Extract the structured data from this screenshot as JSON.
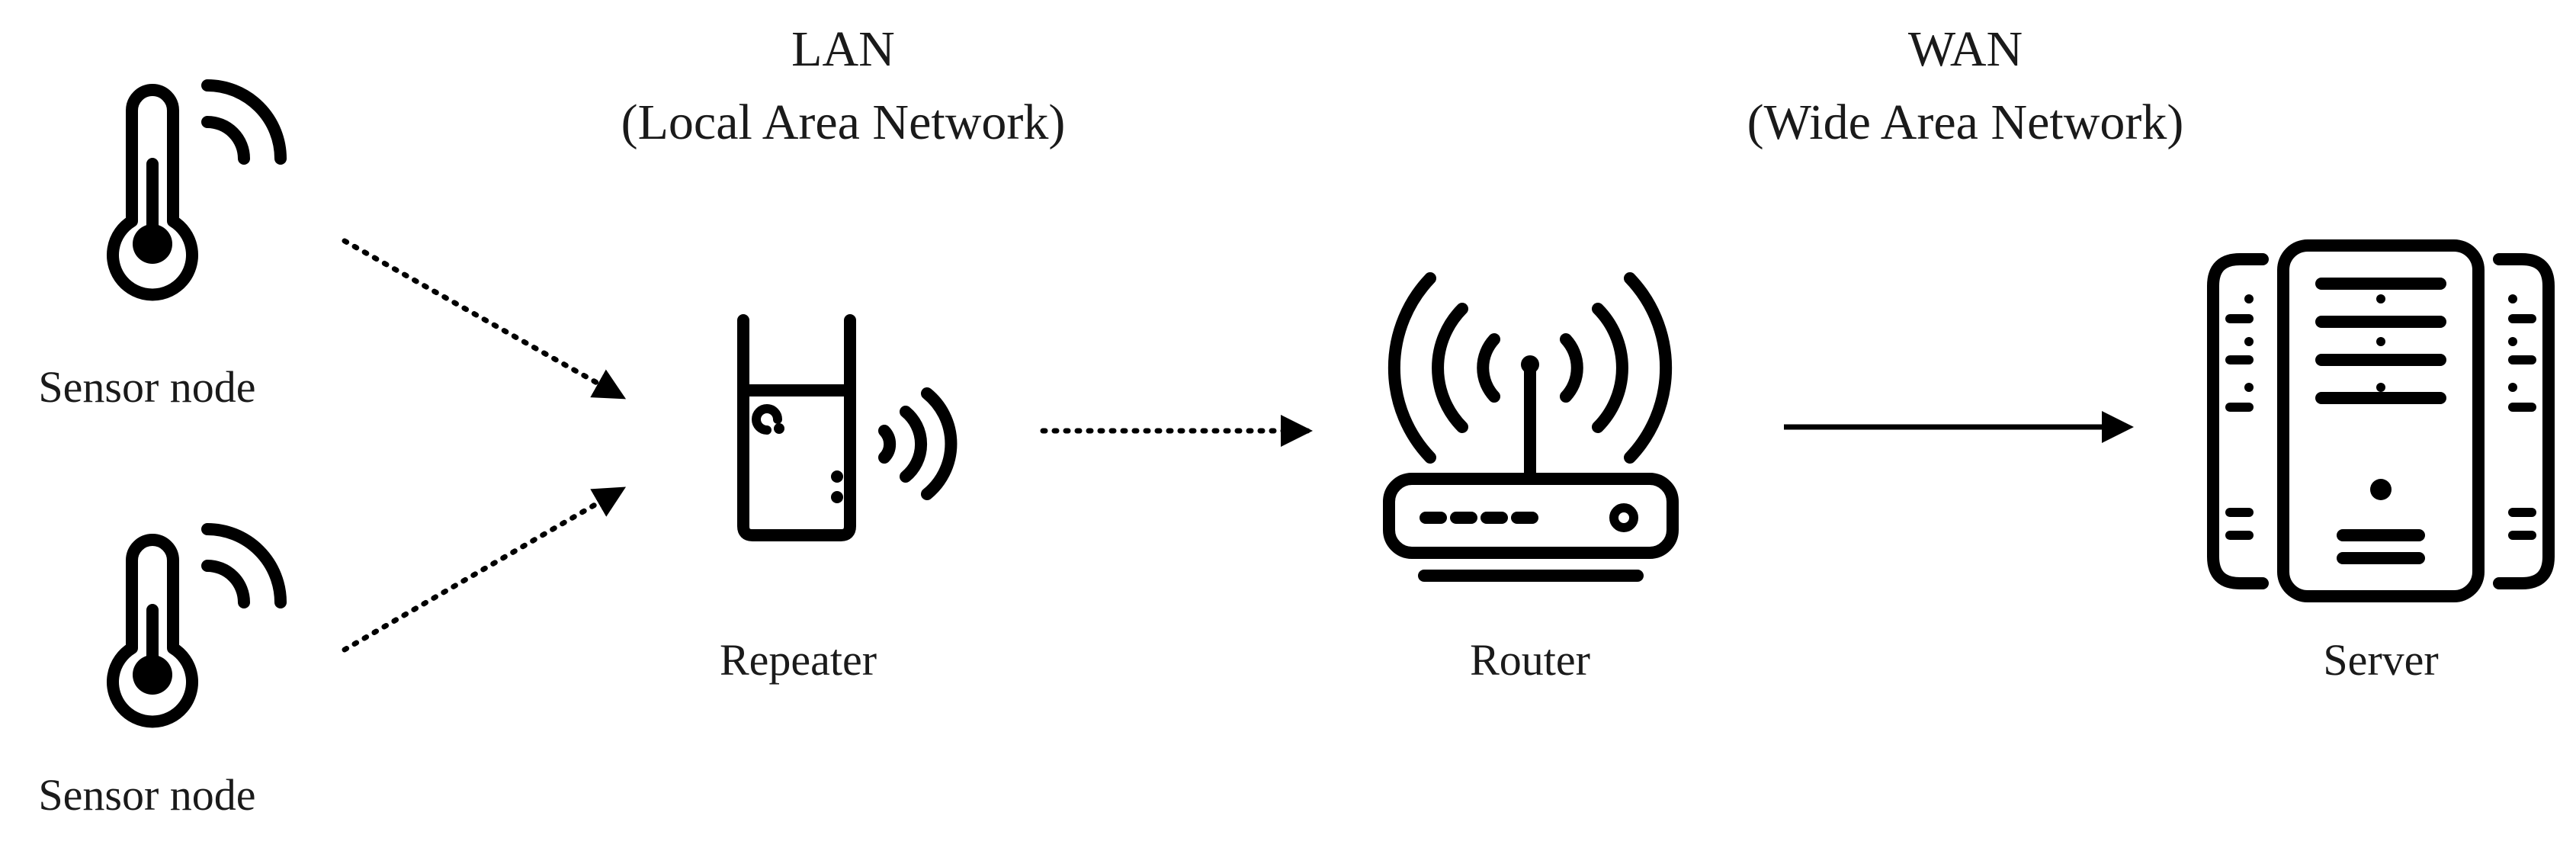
{
  "sections": {
    "lan": {
      "title": "LAN",
      "subtitle": "(Local Area Network)"
    },
    "wan": {
      "title": "WAN",
      "subtitle": "(Wide Area Network)"
    }
  },
  "nodes": {
    "sensor_top": {
      "label": "Sensor node",
      "icon": "thermometer-wireless-icon"
    },
    "sensor_bottom": {
      "label": "Sensor node",
      "icon": "thermometer-wireless-icon"
    },
    "repeater": {
      "label": "Repeater",
      "icon": "wifi-repeater-icon"
    },
    "router": {
      "label": "Router",
      "icon": "wireless-router-icon"
    },
    "server": {
      "label": "Server",
      "icon": "server-rack-icon"
    }
  },
  "links": [
    {
      "from": "sensor_top",
      "to": "repeater",
      "style": "dotted"
    },
    {
      "from": "sensor_bottom",
      "to": "repeater",
      "style": "dotted"
    },
    {
      "from": "repeater",
      "to": "router",
      "style": "dotted"
    },
    {
      "from": "router",
      "to": "server",
      "style": "solid"
    }
  ]
}
